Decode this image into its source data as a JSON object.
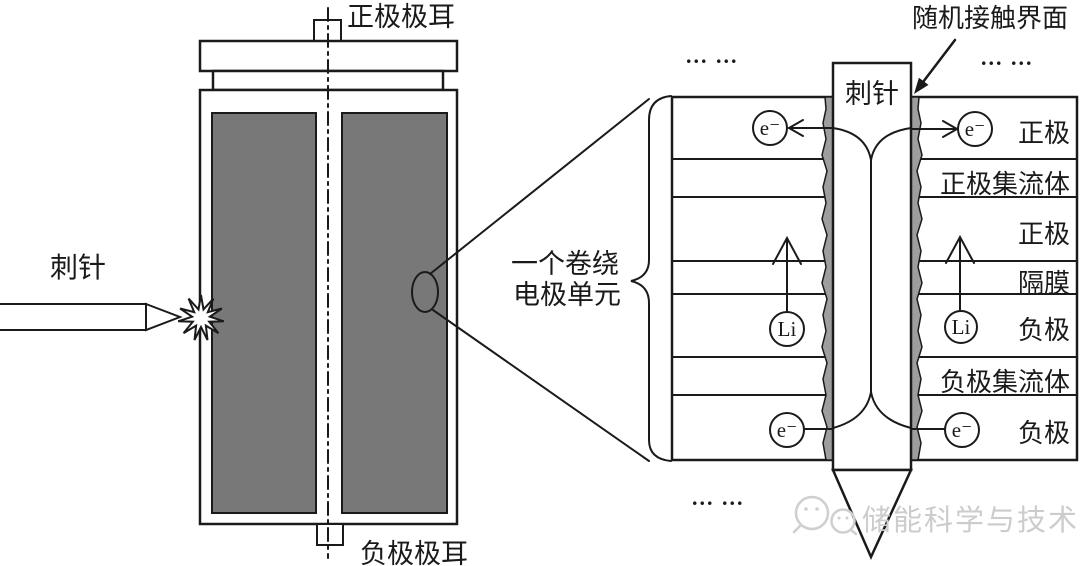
{
  "battery": {
    "positive_tab": "正极极耳",
    "negative_tab": "负极极耳",
    "nail": "刺针"
  },
  "detail": {
    "nail": "刺针",
    "random_contact_interface": "随机接触界面",
    "wound_unit_line1": "一个卷绕",
    "wound_unit_line2": "电极单元",
    "ellipsis": "... ...",
    "layers": [
      {
        "label": "正极"
      },
      {
        "label": "正极集流体"
      },
      {
        "label": "正极"
      },
      {
        "label": "隔膜"
      },
      {
        "label": "负极"
      },
      {
        "label": "负极集流体"
      },
      {
        "label": "负极"
      }
    ],
    "electron": "e⁻",
    "lithium": "Li"
  },
  "watermark": {
    "text": "储能科学与技术"
  },
  "colors": {
    "line": "#1a1a1a",
    "jelly_roll": "#787878",
    "contact_strip": "#9e9e9e",
    "watermark": "#cccccc",
    "background": "#ffffff"
  }
}
